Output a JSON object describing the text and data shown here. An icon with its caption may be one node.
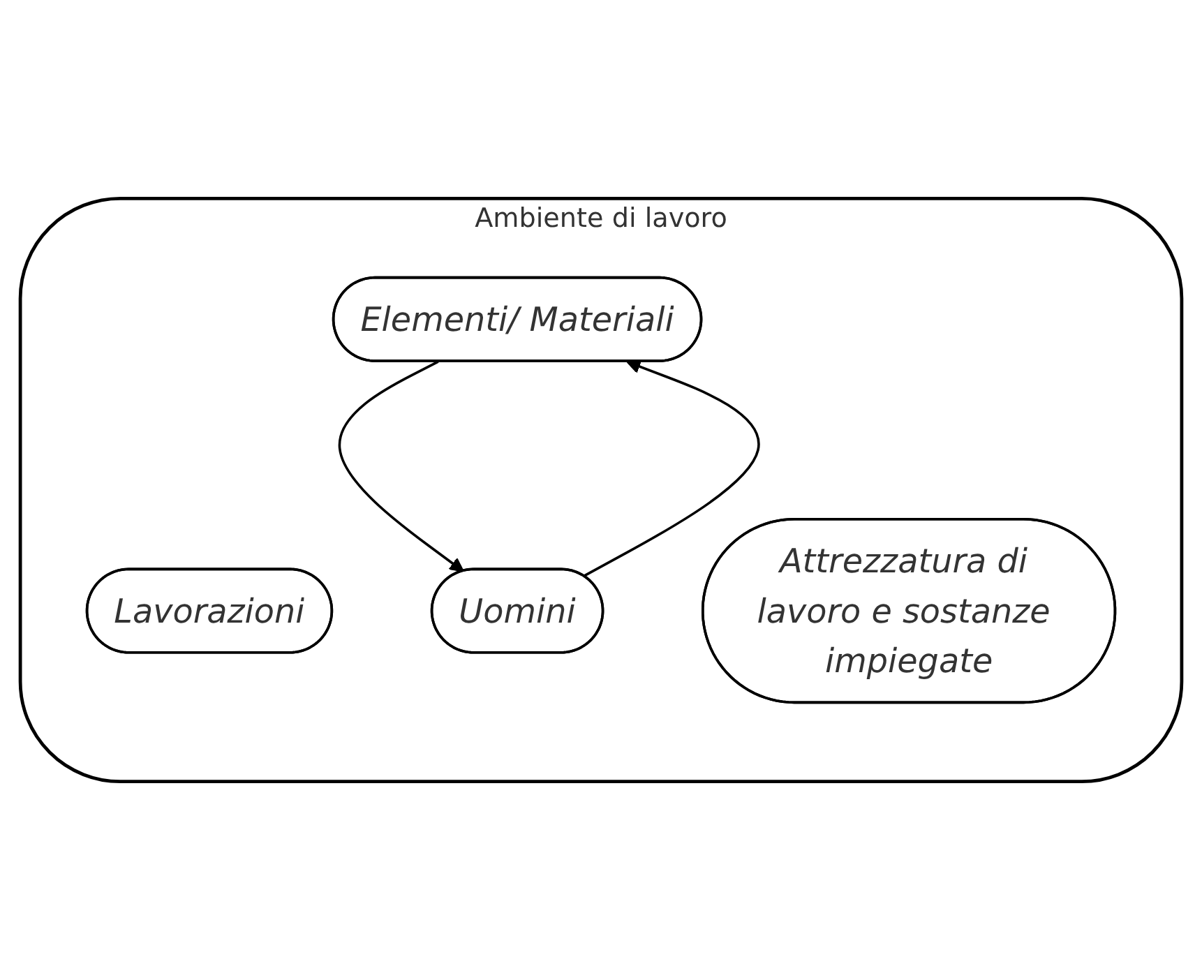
{
  "diagram": {
    "nodes": [
      {
        "text": [
          "Ambiente di lavoro"
        ]
      },
      {
        "text": [
          "Lavorazioni"
        ],
        "in": 0
      },
      {
        "text": [
          "Uomini"
        ],
        "in": 0
      },
      {
        "text": [
          "Attrezzatura di lavoro e sostanze impiegate"
        ],
        "in": 0
      },
      {
        "text": [
          "Elementi/ Materiali"
        ],
        "in": 0
      }
    ],
    "edges": [
      {
        "from": 4,
        "to": 2,
        "arrow": "to"
      },
      {
        "from": 2,
        "to": 4,
        "arrow": "to"
      }
    ]
  }
}
